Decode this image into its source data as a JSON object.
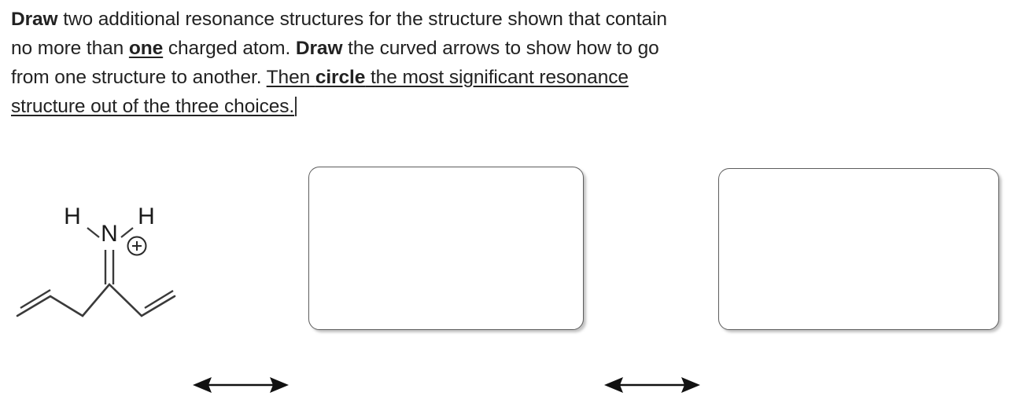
{
  "document": {
    "title": "Resonance structures worksheet question",
    "background_color": "#ffffff",
    "text_color": "#222222"
  },
  "prompt": {
    "lines": [
      {
        "id": "line-1",
        "segments": [
          {
            "text": "Draw",
            "style": "bold"
          },
          {
            "text": " two additional resonance structures for the structure shown that contain",
            "style": "normal"
          }
        ]
      },
      {
        "id": "line-2",
        "segments": [
          {
            "text": "no more than ",
            "style": "normal"
          },
          {
            "text": "one",
            "style": "bold-underline"
          },
          {
            "text": " charged atom. ",
            "style": "normal"
          },
          {
            "text": "Draw",
            "style": "bold"
          },
          {
            "text": " the curved arrows to show how to go",
            "style": "normal"
          }
        ]
      },
      {
        "id": "line-3",
        "segments": [
          {
            "text": "from one structure to another. ",
            "style": "normal"
          },
          {
            "text": "Then ",
            "style": "underline"
          },
          {
            "text": "circle",
            "style": "bold-underline"
          },
          {
            "text": " the most significant resonance",
            "style": "underline"
          }
        ]
      },
      {
        "id": "line-4",
        "segments": [
          {
            "text": "structure out of the three choices.",
            "style": "underline"
          },
          {
            "text": "",
            "style": "caret"
          }
        ]
      }
    ],
    "plain_text": "Draw two additional resonance structures for the structure shown that contain no more than one charged atom. Draw the curved arrows to show how to go from one structure to another. Then circle the most significant resonance structure out of the three choices."
  },
  "figure": {
    "molecule": {
      "name": "protonated-imine-diene",
      "description": "Skeletal structure of a protonated imine (iminium) with allyl and vinyl substituents",
      "atom_labels": [
        {
          "id": "h-left",
          "text": "H"
        },
        {
          "id": "n-center",
          "text": "N"
        },
        {
          "id": "h-right",
          "text": "H"
        }
      ],
      "charge_label": "+",
      "charge_symbol": "⊕",
      "bond_color": "#3a3a3a",
      "label_color": "#1a1a1a"
    },
    "arrows": [
      {
        "id": "resonance-arrow-1",
        "kind": "double-headed",
        "color": "#111111"
      },
      {
        "id": "resonance-arrow-2",
        "kind": "double-headed",
        "color": "#111111"
      }
    ],
    "answer_boxes": [
      {
        "id": "answer-box-1",
        "content": "",
        "border_color": "#5d5d5d",
        "fill_color": "#ffffff"
      },
      {
        "id": "answer-box-2",
        "content": "",
        "border_color": "#5d5d5d",
        "fill_color": "#ffffff"
      }
    ]
  }
}
